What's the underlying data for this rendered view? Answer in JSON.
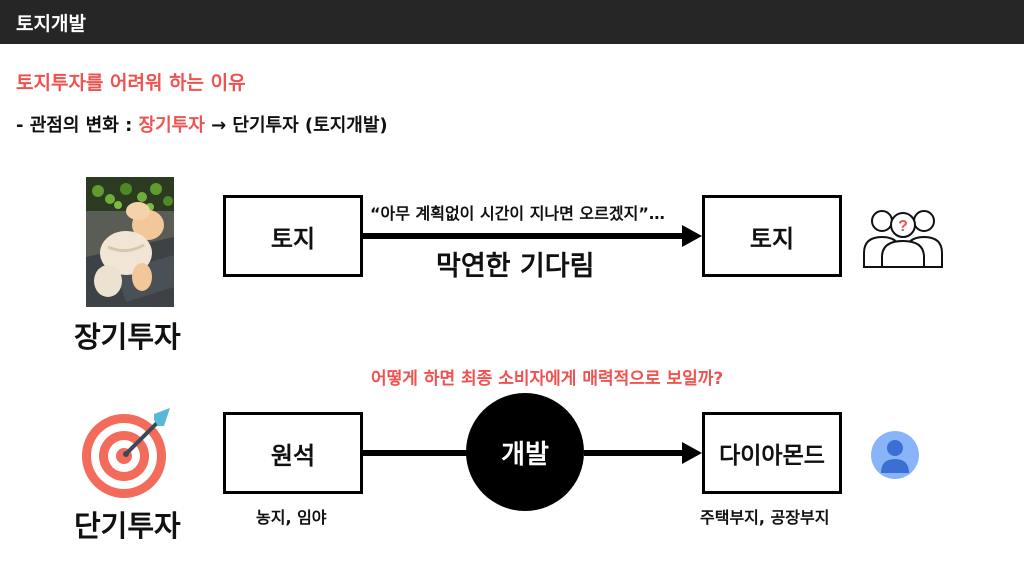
{
  "header": {
    "title": "토지개발"
  },
  "subtitle": "토지투자를 어려워 하는 이유",
  "perspective": {
    "prefix": "- 관점의 변화 : ",
    "long_term": "장기투자",
    "arrow": " → ",
    "suffix": "단기투자 (토지개발)"
  },
  "long_term_row": {
    "label": "장기투자",
    "left_box": "토지",
    "right_box": "토지",
    "quote": "“아무 계획없이 시간이 지나면 오르겠지”…",
    "caption": "막연한 기다림"
  },
  "question": "어떻게 하면 최종 소비자에게 매력적으로 보일까?",
  "short_term_row": {
    "label": "단기투자",
    "left_box": "원석",
    "left_caption": "농지, 임야",
    "center": "개발",
    "right_box": "다이아몬드",
    "right_caption": "주택부지, 공장부지"
  },
  "colors": {
    "accent": "#f0524f",
    "header_bg": "#262626",
    "target_red": "#f26b5b",
    "avatar_blue": "#8ab4f8",
    "avatar_dark": "#3b6fd4"
  },
  "icons": {
    "photo": "baby-photo",
    "people": "confused-people-icon",
    "target": "target-dart-icon",
    "avatar": "user-avatar-icon"
  }
}
